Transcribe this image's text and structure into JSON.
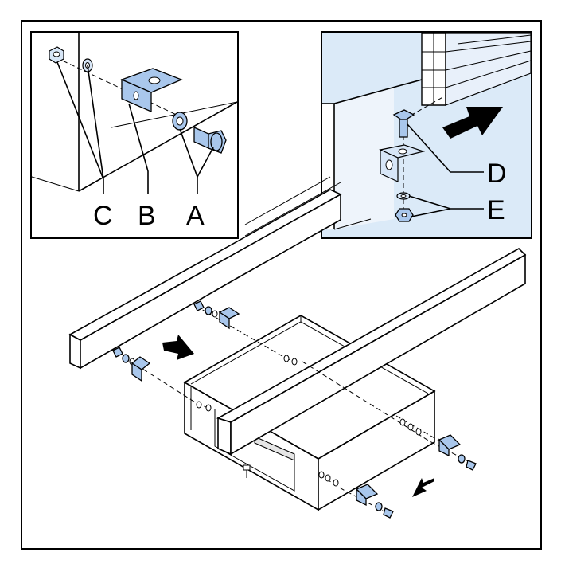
{
  "callouts": {
    "a": "A",
    "b": "B",
    "c": "C",
    "d": "D",
    "e": "E"
  },
  "colors": {
    "part_fill": "#a9c7ec",
    "panel_background": "#dbeaf8",
    "outline": "#000000"
  },
  "icons": [
    "direction-arrow",
    "bolt",
    "washer",
    "nut",
    "angle-bracket"
  ]
}
